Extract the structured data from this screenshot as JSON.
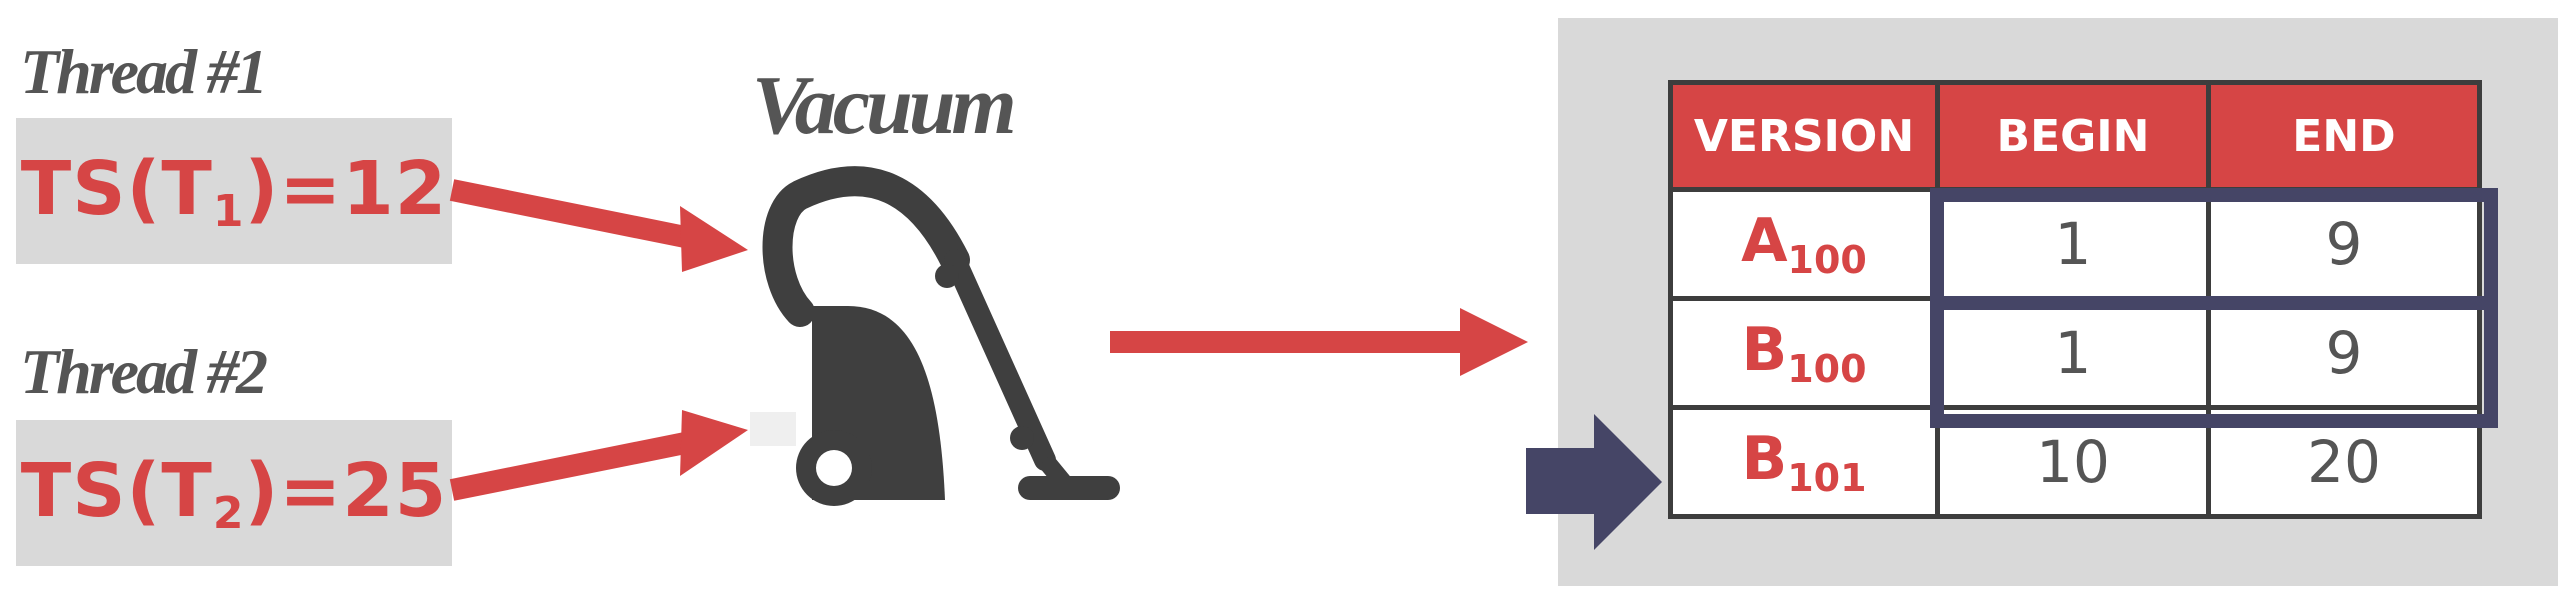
{
  "threads": [
    {
      "label": "Thread #1",
      "ts_prefix": "TS(T",
      "ts_sub": "1",
      "ts_suffix": ")=12"
    },
    {
      "label": "Thread #2",
      "ts_prefix": "TS(T",
      "ts_sub": "2",
      "ts_suffix": ")=25"
    }
  ],
  "vacuum": {
    "title": "Vacuum",
    "icon": "vacuum-cleaner-icon"
  },
  "table": {
    "headers": [
      "VERSION",
      "BEGIN",
      "END"
    ],
    "rows": [
      {
        "version": "A",
        "version_sub": "100",
        "begin": "1",
        "end": "9"
      },
      {
        "version": "B",
        "version_sub": "100",
        "begin": "1",
        "end": "9"
      },
      {
        "version": "B",
        "version_sub": "101",
        "begin": "10",
        "end": "20"
      }
    ]
  },
  "colors": {
    "accent_red": "#d64545",
    "highlight_navy": "#454566",
    "panel_gray": "#d9d9d9",
    "text_gray": "#555555"
  }
}
